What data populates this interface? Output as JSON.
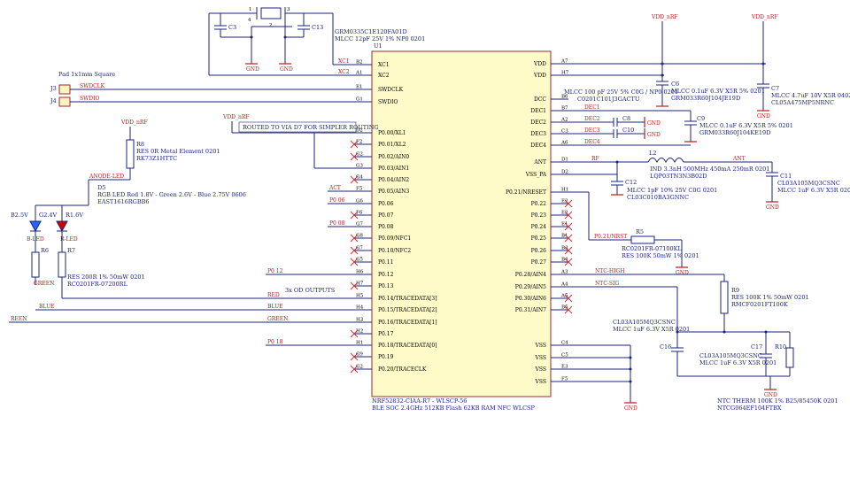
{
  "crystal": {
    "designator": "U1",
    "part": "GRM0335C1E120FA01D",
    "desc": "MLCC 12pF 25V 1% NP0 0201",
    "pins": [
      "1",
      "2",
      "3",
      "4"
    ],
    "caps": [
      "C3",
      "C13"
    ]
  },
  "ic": {
    "desc1": "NRF52832-CIAA-R7 - WLSCP-56",
    "desc2": "BLE SOC 2.4GHz 512KB Flash 62KB RAM NFC WLCSP",
    "left_pins": [
      {
        "num": "B2",
        "name": "XC1"
      },
      {
        "num": "A1",
        "name": "XC2"
      },
      {
        "num": "E1",
        "name": "SWDCLK"
      },
      {
        "num": "G1",
        "name": "SWDIO"
      },
      {
        "num": "D2",
        "name": "P0.00/XL1"
      },
      {
        "num": "F2",
        "name": "P0.01/XL2"
      },
      {
        "num": "G2",
        "name": "P0.02/AIN0"
      },
      {
        "num": "G3",
        "name": "P0.03/AIN1"
      },
      {
        "num": "G4",
        "name": "P0.04/AIN2"
      },
      {
        "num": "F5",
        "name": "P0.05/AIN3"
      },
      {
        "num": "G6",
        "name": "P0.06"
      },
      {
        "num": "F6",
        "name": "P0.07"
      },
      {
        "num": "G7",
        "name": "P0.08"
      },
      {
        "num": "G8",
        "name": "P0.09/NFC1"
      },
      {
        "num": "G7",
        "name": "P0.10/NFC2"
      },
      {
        "num": "G5",
        "name": "P0.11"
      },
      {
        "num": "H6",
        "name": "P0.12"
      },
      {
        "num": "H7",
        "name": "P0.13"
      },
      {
        "num": "H5",
        "name": "P0.14/TRACEDATA[3]"
      },
      {
        "num": "H4",
        "name": "P0.15/TRACEDATA[2]"
      },
      {
        "num": "H3",
        "name": "P0.16/TRACEDATA[1]"
      },
      {
        "num": "H2",
        "name": "P0.17"
      },
      {
        "num": "H1",
        "name": "P0.18/TRACEDATA[0]"
      },
      {
        "num": "G9",
        "name": "P0.19"
      },
      {
        "num": "G2",
        "name": "P0.20/TRACECLK"
      }
    ],
    "right_pins": [
      {
        "num": "A7",
        "name": "VDD"
      },
      {
        "num": "H7",
        "name": "VDD"
      },
      {
        "num": "B6",
        "name": "DCC"
      },
      {
        "num": "B7",
        "name": "DEC1"
      },
      {
        "num": "A2",
        "name": "DEC2"
      },
      {
        "num": "C3",
        "name": "DEC3"
      },
      {
        "num": "A6",
        "name": "DEC4"
      },
      {
        "num": "D1",
        "name": "ANT"
      },
      {
        "num": "D2",
        "name": "VSS_PA"
      },
      {
        "num": "H1",
        "name": "P0.21/NRESET"
      },
      {
        "num": "E2",
        "name": "P0.22"
      },
      {
        "num": "E2",
        "name": "P0.23"
      },
      {
        "num": "E1",
        "name": "P0.24"
      },
      {
        "num": "B1",
        "name": "P0.25"
      },
      {
        "num": "B3",
        "name": "P0.26"
      },
      {
        "num": "B4",
        "name": "P0.27"
      },
      {
        "num": "A3",
        "name": "P0.28/AIN4"
      },
      {
        "num": "A4",
        "name": "P0.29/AIN5"
      },
      {
        "num": "A5",
        "name": "P0.30/AIN6"
      },
      {
        "num": "B5",
        "name": "P0.31/AIN7"
      },
      {
        "num": "C4",
        "name": "VSS"
      },
      {
        "num": "C5",
        "name": "VSS"
      },
      {
        "num": "E3",
        "name": "VSS"
      },
      {
        "num": "F5",
        "name": "VSS"
      }
    ]
  },
  "power": {
    "vdd": "VDD_nRF",
    "gnd": "GND"
  },
  "nets": {
    "xc1": "XC1",
    "xc2": "XC2",
    "swdclk": "SWDCLK",
    "swdio": "SWDIO",
    "act": "ACT",
    "p006": "P0 06",
    "p008": "P0 08",
    "p012": "P0 12",
    "red": "RED",
    "blue": "BLUE",
    "green": "GREEN",
    "reen": "REEN",
    "p018": "P0 18",
    "dec1": "DEC1",
    "dec2": "DEC2",
    "dec3": "DEC3",
    "dec4": "DEC4",
    "rf": "RF",
    "ant": "ANT",
    "nrst": "P0.21/NRST",
    "ntc_high": "NTC-HIGH",
    "ntc_sig": "NTC-SIG",
    "anode": "ANODE-LED"
  },
  "notes": {
    "routed": "ROUTED TO VIA D7 FOR SIMPLER ROUTING",
    "od": "3x OD OUTPUTS",
    "dcc_cap": "MLCC 100 pF 25V 5% C0G / NP0 0201",
    "dcc_part": "C0201C101J3GACTU",
    "pad": "Pad 1x1mm Square"
  },
  "connectors": {
    "j3": "J3",
    "j4": "J4"
  },
  "parts": {
    "c6": {
      "ref": "C6",
      "desc": "MLCC 0.1uF 6.3V X5R 5% 0201",
      "part": "GRM033R60J104JE19D"
    },
    "c7": {
      "ref": "C7",
      "desc": "MLCC 4.7uF 10V X5R 0402",
      "part": "CL05A475MP5NRNC"
    },
    "c8": {
      "ref": "C8"
    },
    "c10": {
      "ref": "C10"
    },
    "c9": {
      "ref": "C9",
      "desc": "MLCC 0.1uF 6.3V X5R 5% 0201",
      "part": "GRM033R60J104KE19D"
    },
    "l2": {
      "ref": "L2",
      "desc": "IND 3.3nH 500MHz 450mA 250mR 0201",
      "part": "LQP03TN3N3B02D"
    },
    "c11": {
      "ref": "C11",
      "part": "CL03A105MQ3CSNC",
      "desc": "MLCC 1uF 6.3V X5R 0201"
    },
    "c12": {
      "ref": "C12",
      "desc": "MLCC 1pF 10% 25V C0G 0201",
      "part": "CL03C010BA3GNNC"
    },
    "r5": {
      "ref": "R5",
      "part": "RC0201FR-07100KL",
      "desc": "RES 100K 50mW 1% 0201"
    },
    "r9": {
      "ref": "R9",
      "desc": "RES 100K 1% 50mW 0201",
      "part": "RMCF0201FT100K"
    },
    "c16": {
      "ref": "C16",
      "part": "CL03A105MQ3CSNC",
      "desc": "MLCC 1uF 6.3V X5R 0201"
    },
    "c17": {
      "ref": "C17",
      "part": "CL03A105MQ3CSNC",
      "desc": "MLCC 1uF 6.3V X5R 0201"
    },
    "r10": {
      "ref": "R10",
      "desc": "NTC THERM 100K 1% B25/85450K 0201",
      "part": "NTCG064EF104FTBX"
    },
    "r8": {
      "ref": "R8",
      "desc": "RES 0R Metal Element 0201",
      "part": "RK73Z1HTTC"
    },
    "d5": {
      "ref": "D5",
      "desc": "RGB LED Red 1.8V - Green 2.6V - Blue 2.75V 0606",
      "part": "EAST1616RGBB6"
    },
    "led": {
      "b": "B2.5V",
      "g": "G2.4V",
      "r": "R1.6V",
      "bled": "B-LED",
      "rled": "R-LED"
    },
    "r6": {
      "ref": "R6"
    },
    "r7": {
      "ref": "R7",
      "desc": "RES 200R 1% 50mW 0201",
      "part": "RC0201FR-07200RL"
    }
  }
}
